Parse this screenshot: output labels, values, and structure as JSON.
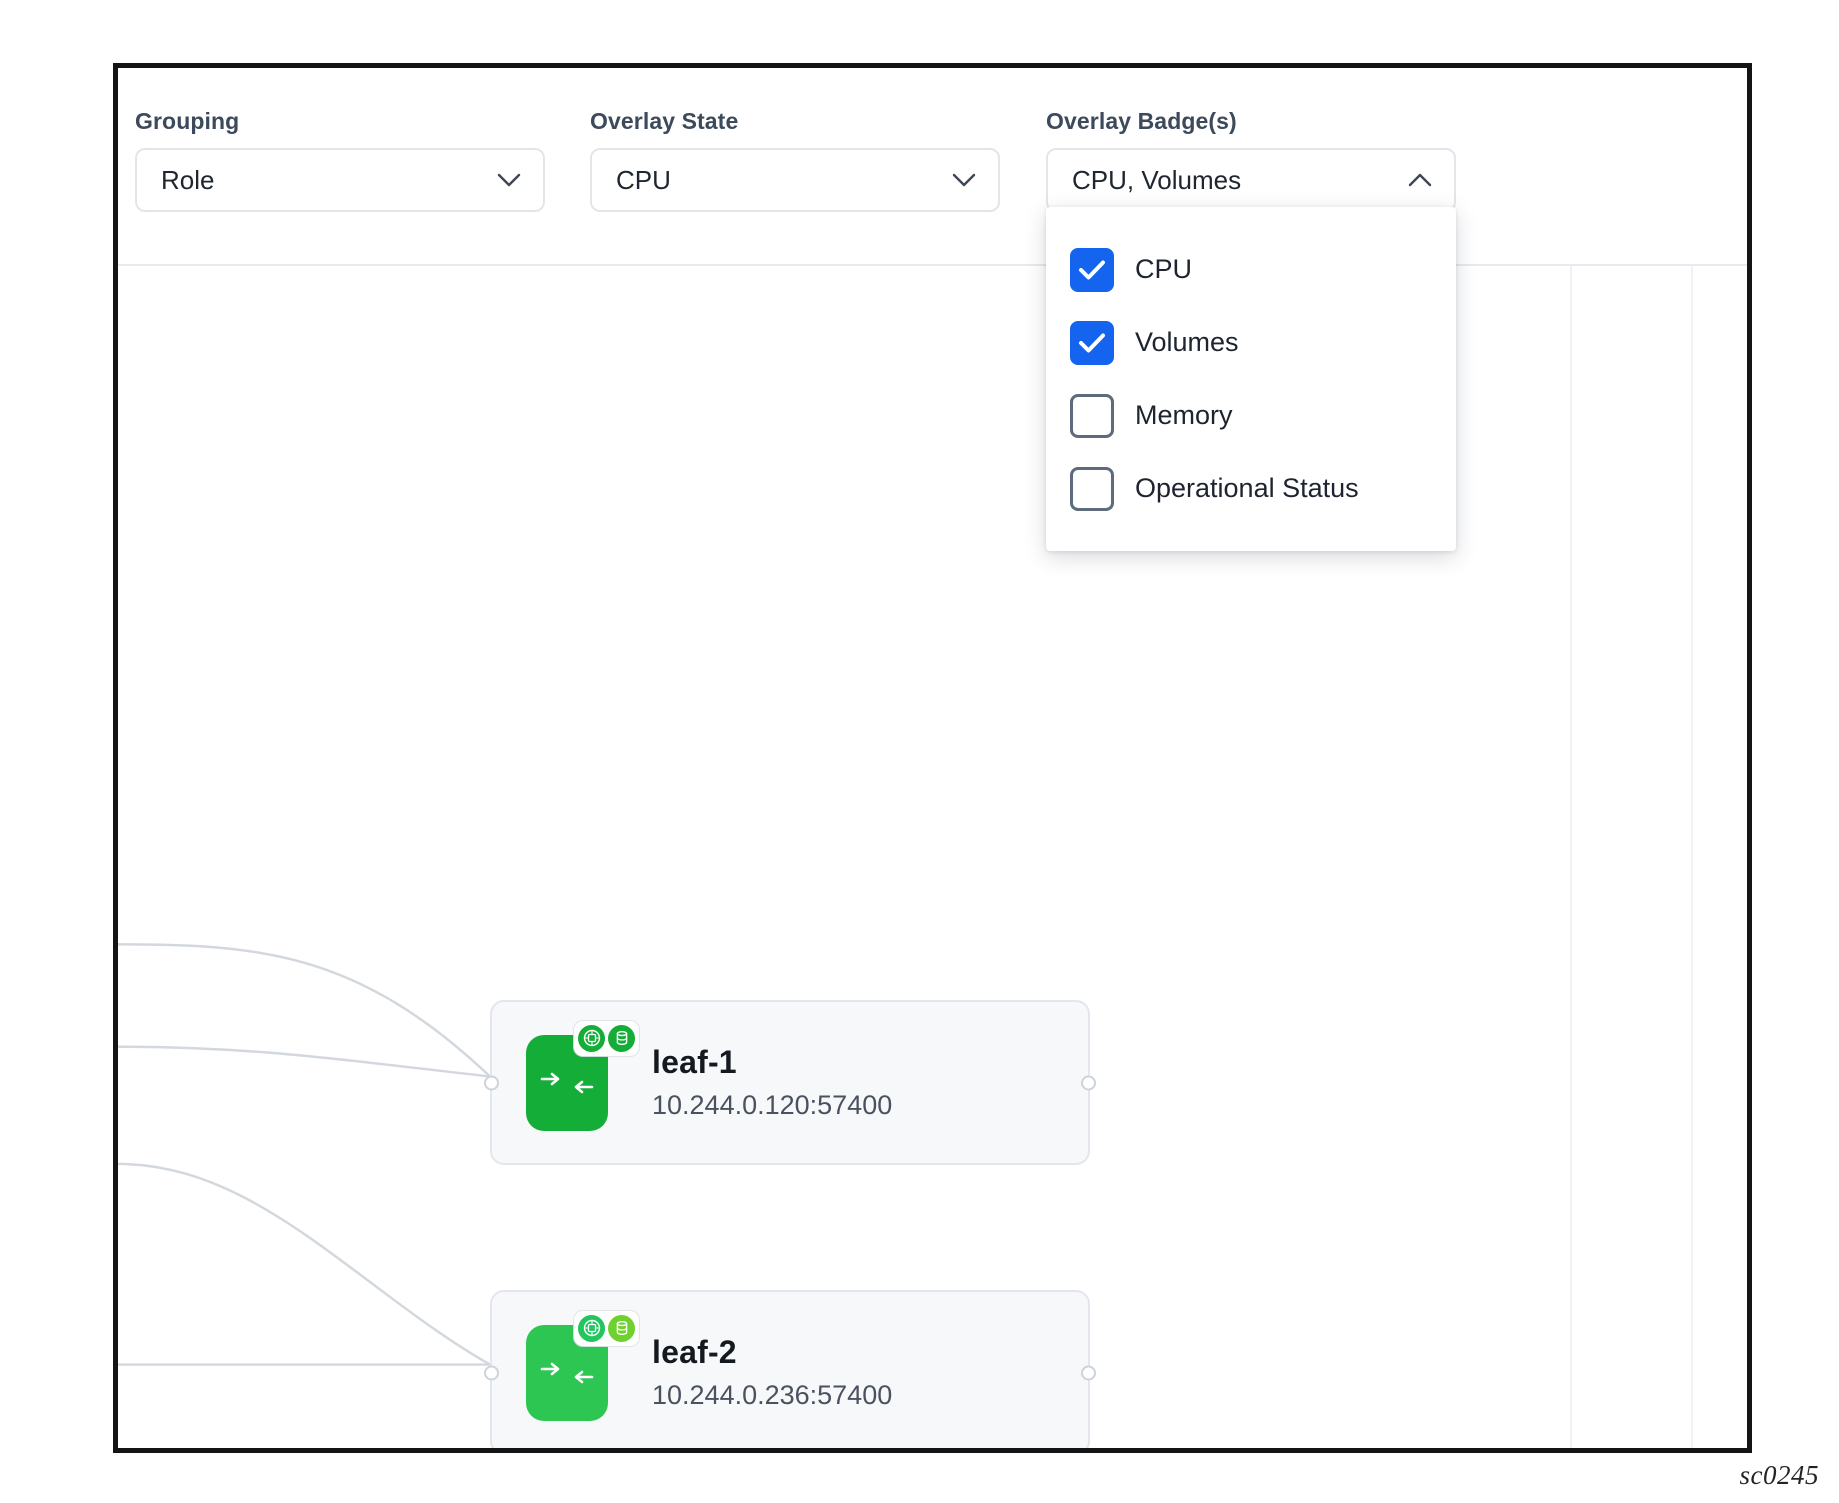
{
  "toolbar": {
    "controls": [
      {
        "id": "grouping",
        "label": "Grouping",
        "value": "Role",
        "icon": "chevron-down-icon",
        "expanded": false
      },
      {
        "id": "overlay-state",
        "label": "Overlay State",
        "value": "CPU",
        "icon": "chevron-down-icon",
        "expanded": false
      },
      {
        "id": "overlay-badges",
        "label": "Overlay Badge(s)",
        "value": "CPU, Volumes",
        "icon": "chevron-up-icon",
        "expanded": true
      }
    ]
  },
  "badge_menu": {
    "options": [
      {
        "label": "CPU",
        "checked": true
      },
      {
        "label": "Volumes",
        "checked": true
      },
      {
        "label": "Memory",
        "checked": false
      },
      {
        "label": "Operational Status",
        "checked": false
      }
    ]
  },
  "topology": {
    "nodes": [
      {
        "id": "leaf-1",
        "title": "leaf-1",
        "address": "10.244.0.120:57400",
        "icon": "switch-icon",
        "icon_color": "#14ad38",
        "badges": [
          {
            "name": "cpu-badge",
            "color": "#14ad38"
          },
          {
            "name": "volumes-badge",
            "color": "#14ad38"
          }
        ]
      },
      {
        "id": "leaf-2",
        "title": "leaf-2",
        "address": "10.244.0.236:57400",
        "icon": "switch-icon",
        "icon_color": "#2dc653",
        "badges": [
          {
            "name": "cpu-badge",
            "color": "#22c55e"
          },
          {
            "name": "volumes-badge",
            "color": "#6fd12e"
          }
        ]
      }
    ]
  },
  "colors": {
    "accent": "#1464f0",
    "node_green_dark": "#14ad38",
    "node_green_light": "#2dc653",
    "frame": "#141414",
    "label": "#3c4a5b"
  },
  "watermark": {
    "text": "sc0245"
  }
}
